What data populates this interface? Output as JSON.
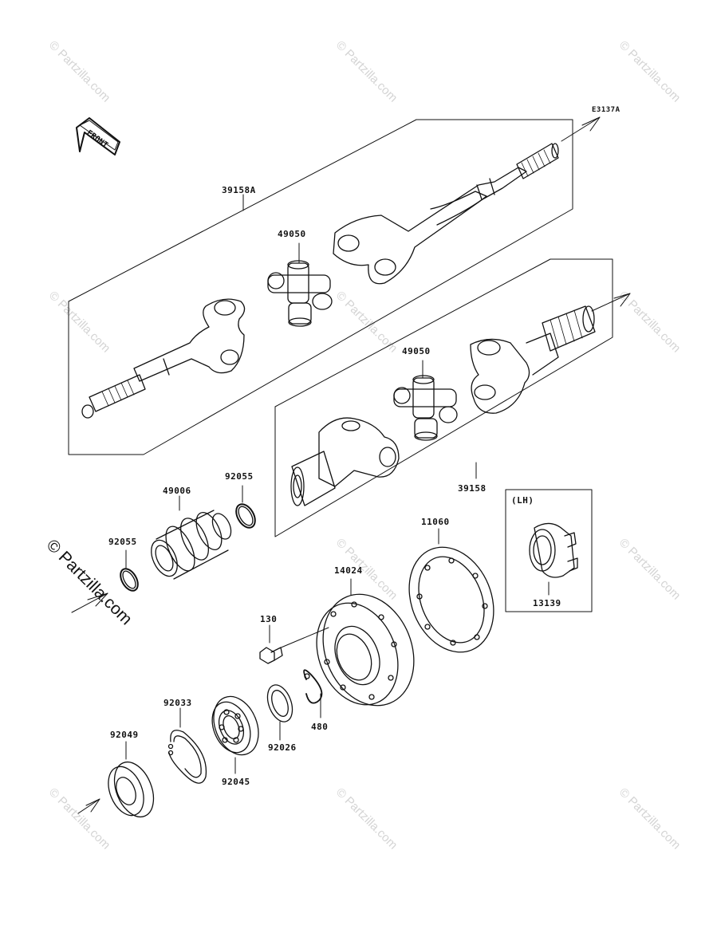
{
  "diagram_code": "E3137A",
  "front_label": "FRONT",
  "lh_label": "(LH)",
  "watermark": "© Partzilla.com",
  "parts": {
    "axle_lh": "39158A",
    "joint_upper": "49050",
    "joint_lower": "49050",
    "axle_rh": "39158",
    "boot": "49006",
    "oring_upper": "92055",
    "oring_lower": "92055",
    "gasket": "11060",
    "housing": "14024",
    "bolt": "130",
    "circlip": "480",
    "retainer": "92033",
    "shim": "92026",
    "bearing": "92045",
    "seal": "92049",
    "hub_lh": "13139"
  }
}
